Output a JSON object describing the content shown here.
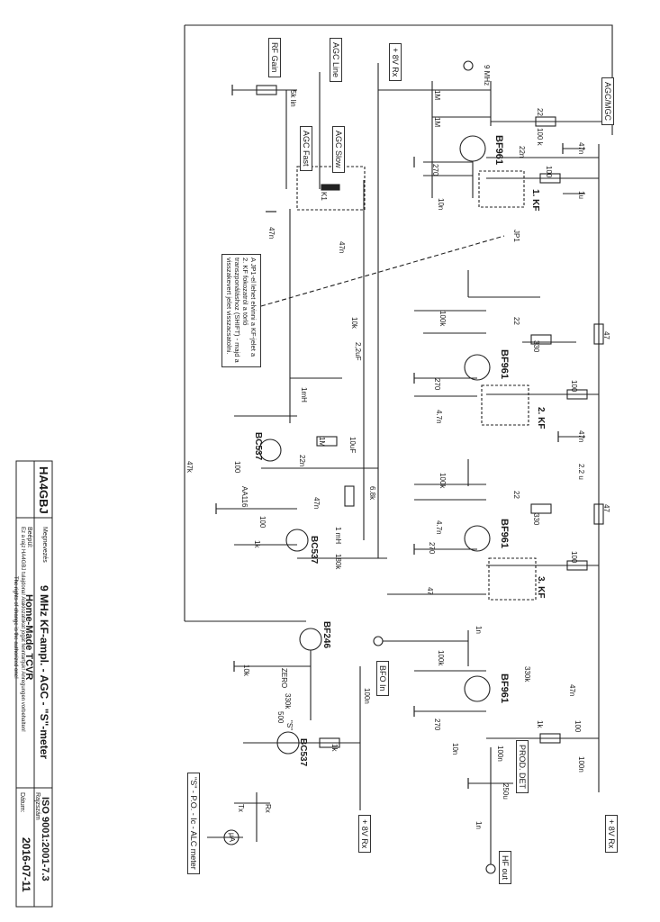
{
  "ports": {
    "rf_gain": "RF Gain",
    "agc_line": "AGC Line",
    "plus8v_rx_top": "+ 8V Rx",
    "agc_mgc": "AGC/MGC",
    "agc_fast": "AGC Fast",
    "agc_slow": "AGC Slow",
    "bfo_in": "BFO In",
    "prod_det": "PROD. DET",
    "hf_out": "HF out",
    "plus8v_rx_right": "+ 8V Rx",
    "plus8v_rx_bottom": "+ 8V Rx",
    "s_meter": "\"S\" - P.O. - Ic - ALC meter",
    "tx": "Tx",
    "rx": "Rx",
    "meter": "µA",
    "relay": "K1",
    "jp1": "JP1"
  },
  "stages": {
    "kf1": "1. KF",
    "kf2": "2. KF",
    "kf3": "3. KF",
    "q1": "BF961",
    "q2": "BF961",
    "q3": "BF961",
    "q4": "BF961",
    "q_bc537_1": "BC537",
    "q_bc537_2": "BC537",
    "q_bc537_3": "BC537",
    "q_bf246": "BF246",
    "xtal_filter": "9 MHz"
  },
  "components": {
    "r_rf_gain": "5k lin",
    "r_1m_a": "1M",
    "r_1m_b": "1M",
    "c22_a": "22",
    "r100k_a": "100 k",
    "r270_a": "270",
    "c10n_a": "10n",
    "c47n_a": "47n",
    "c1u_a": "1u",
    "r100_a": "100",
    "c22n_a": "22n",
    "c47n_b": "47n",
    "c47n_c": "47n",
    "r10k": "10k",
    "c2u2": "2,2uF",
    "l1mh": "1mH",
    "r1m_c": "1M",
    "c10uf": "10uF",
    "c22n_b": "22n",
    "c100_a": "100",
    "aa116": "AA116",
    "c100_b": "100",
    "r1k_a": "1k",
    "c47n_d": "47n",
    "l1mh_b": "1 mH",
    "r6k8": "6.8k",
    "r180k": "180k",
    "r47k": "47k",
    "r100k_b": "100k",
    "r330_a": "330",
    "c22_b": "22",
    "r270_b": "270",
    "c4n7_a": "4.7n",
    "r100_b": "100",
    "c47n_e": "47n",
    "c2u2_b": "2.2 u",
    "r47_a": "47",
    "r47_b": "47",
    "r100k_c": "100k",
    "c4n7_b": "4.7n",
    "r270_c": "270",
    "c22_c": "22",
    "r330_b": "330",
    "r100_c": "100",
    "c47_d": "47",
    "r100k_d": "100k",
    "r330k": "330k",
    "r270_d": "270",
    "c10n_b": "10n",
    "c47n_f": "47n",
    "r1k_b": "1k",
    "r100_d": "100",
    "c100n_a": "100n",
    "c100n_b": "100n",
    "c1n_a": "1n",
    "l250u": "250u",
    "c1n_b": "1n",
    "r10k_b": "10k",
    "zero_pot": "ZERO",
    "r330k_b": "330k",
    "s_pot": "\"S\"",
    "r1k_c": "1k",
    "c100n_c": "100n",
    "c500": "500"
  },
  "note": "A JP1-el lehet elvinni a KF-jelet a 2. KF fokozatról a törlő transzponáláshoz (SHIFT) - majd a visszakevert jelet visszacsatolni.",
  "title_block": {
    "author": "HA4GBJ",
    "label_title": "Megnevezés",
    "title": "9 MHz KF-ampl. - AGC - \"S\"-meter",
    "label_custom": "Beépül:",
    "custom": "Home-Made TCVR",
    "label_dwg": "Rajzszám",
    "standard": "ISO 9001:2001-7.3",
    "copyright1": "Ez a rajz HA4GBJ tulajdona! Alaklozatokat jogát fenntartjuk! Anregungen vorbehalten!",
    "copyright2": "The rights of change is the authorized one!",
    "label_date": "Dátum:",
    "date": "2016-07-11"
  }
}
